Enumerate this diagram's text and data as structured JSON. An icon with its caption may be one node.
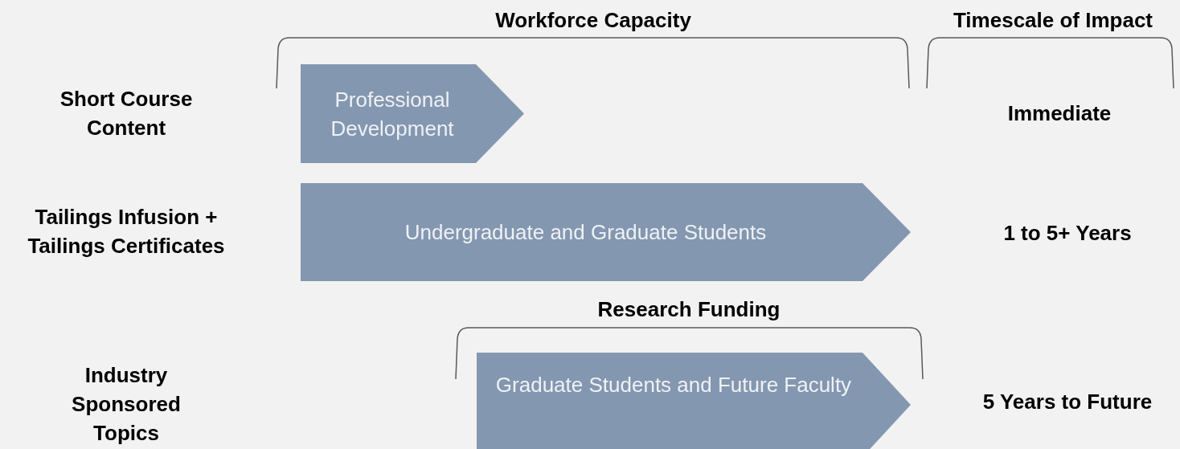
{
  "diagram": {
    "nodes": [
      {
        "text": [
          "Professional Development"
        ]
      },
      {
        "text": [
          "Undergraduate and Graduate Students"
        ]
      },
      {
        "text": [
          "Graduate Students and Future Faculty"
        ]
      }
    ],
    "labels": [
      "Workforce Capacity",
      "Timescale of Impact",
      "Short Course Content",
      "Immediate",
      "Tailings Infusion + Tailings Certificates",
      "1 to 5+ Years",
      "Research Funding",
      "Industry Sponsored Topics",
      "5 Years to Future"
    ]
  }
}
